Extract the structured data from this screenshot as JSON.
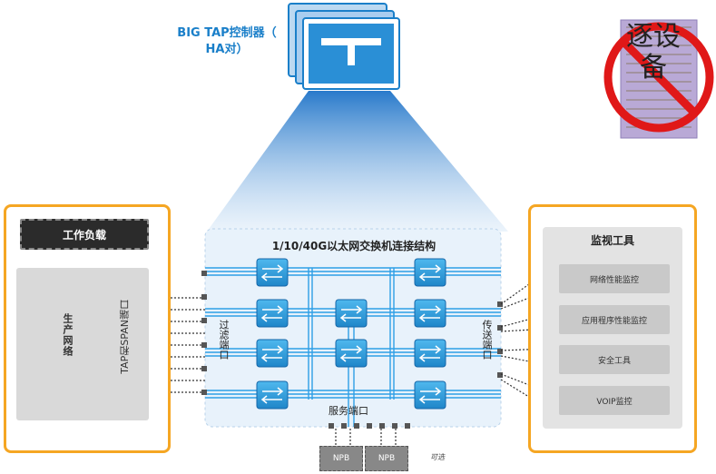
{
  "controller": {
    "label_line1": "BIG TAP控制器（",
    "label_line2": "HA对）"
  },
  "fabric": {
    "title": "1/10/40G以太网交换机连接结构",
    "filter_ports": "过滤端口",
    "delivery_ports": "传送端口",
    "service_ports": "服务端口"
  },
  "left": {
    "workload": "工作负载",
    "production_network": "生产网络",
    "tap_span": "TAP和SPAN端口"
  },
  "right": {
    "title": "监视工具",
    "tools": [
      "网络性能监控",
      "应用程序性能监控",
      "安全工具",
      "VOIP监控"
    ]
  },
  "npb": {
    "items": [
      "NPB",
      "NPB"
    ],
    "optional": "可选"
  },
  "no_device": {
    "text": "逐设备"
  },
  "colors": {
    "accent": "#1a7fc9",
    "highlight": "#f5a623",
    "switch": "#29a3e0",
    "line": "#2e9fe6"
  },
  "icons": [
    "monitor-stack-icon",
    "switch-icon",
    "prohibited-sign-icon"
  ]
}
